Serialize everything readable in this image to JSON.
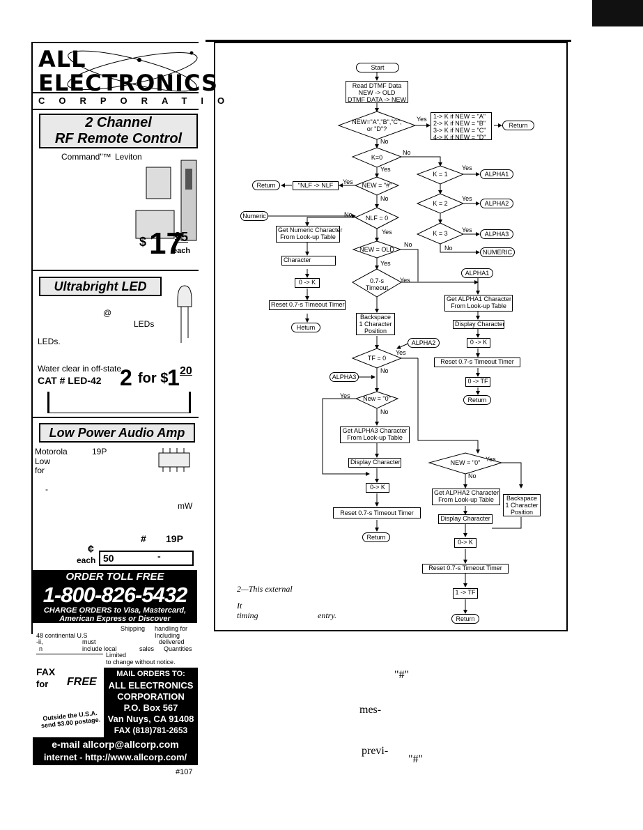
{
  "ad": {
    "logo_line1": "ALL",
    "logo_line2": "ELECTRONICS",
    "corp_line": "CORPORATIO",
    "rf_title_1": "2 Channel",
    "rf_title_2": "RF Remote Control",
    "rf_command": "Command\"™",
    "rf_leviton": "Leviton",
    "rf_price_dollar": "$",
    "rf_price_main": "17",
    "rf_price_cents": "95",
    "rf_price_unit": "each",
    "led_title": "Ultrabright LED",
    "led_at": "@",
    "led_leds": "LEDs",
    "led_leds2": "LEDs.",
    "led_water": "Water clear in off-state.",
    "led_cat": "CAT # LED-42",
    "led_price_qty": "2",
    "led_price_for": "for $",
    "led_price_main": "1",
    "led_price_cents": "20",
    "amp_title": "Low Power Audio Amp",
    "amp_motorola": "Motorola",
    "amp_19p": "19P",
    "amp_low": "Low",
    "amp_for": "for",
    "amp_dash": "-",
    "amp_mw": "mW",
    "amp_hash": "#",
    "amp_19p_b": "19P",
    "amp_cent": "¢",
    "amp_each": "each",
    "amp_50": "50",
    "amp_dot": "-",
    "order_toll": "ORDER TOLL FREE",
    "order_phone": "1-800-826-5432",
    "order_cards_1": "CHARGE ORDERS to Visa, Mastercard,",
    "order_cards_2": "American Express or Discover",
    "fine_shipping": "Shipping",
    "fine_handling": "handling for",
    "fine_continental": "48 continental U.S",
    "fine_including": "Including",
    "fine_i": "-ii,",
    "fine_must": "must",
    "fine_delivered": "delivered",
    "fine_n": "n",
    "fine_includelocal": "include local",
    "fine_sales": "sales",
    "fine_quantities": "Quantities",
    "fine_limited": "Limited",
    "fine_change": "to change without notice.",
    "fax": "FAX",
    "for": "for",
    "free": "FREE",
    "outside_1": "Outside the U.S.A.",
    "outside_2": "send $3.00 postage.",
    "mail_1": "MAIL ORDERS TO:",
    "mail_2": "ALL ELECTRONICS",
    "mail_3": "CORPORATION",
    "mail_4": "P.O. Box 567",
    "mail_5": "Van Nuys, CA 91408",
    "mail_6": "FAX (818)781-2653",
    "email": "e-mail   allcorp@allcorp.com",
    "internet": "internet - http://www.allcorp.com/",
    "reader_service": "#107"
  },
  "figure": {
    "caption_1": "2—This external",
    "caption_2": "It",
    "caption_3": "timing",
    "caption_4": "entry.",
    "nodes": {
      "start": "Start",
      "read_1": "Read DTMF Data",
      "read_2": "NEW -> OLD",
      "read_3": "DTMF DATA -> NEW",
      "dec_abcd_1": "NEW=\"A\",\"B\",\"C\",",
      "dec_abcd_2": "or \"D\"?",
      "set_k_1": "1-> K if NEW = \"A\"",
      "set_k_2": "2-> K if NEW = \"B\"",
      "set_k_3": "3-> K if NEW = \"C\"",
      "set_k_4": "4-> K if NEW = \"D\"",
      "return": "Return",
      "k0": "K=0",
      "k1": "K = 1",
      "k2": "K = 2",
      "k3": "K = 3",
      "alpha1": "ALPHA1",
      "alpha2": "ALPHA2",
      "alpha3": "ALPHA3",
      "numeric": "NUMERIC",
      "numeric_l": "Numeric",
      "new_hash": "NEW = \"#\"",
      "nlf_toggle": "\"NLF -> NLF",
      "nlf0": "NLF = 0",
      "get_num_1": "Get Numeric Character",
      "get_num_2": "From Look-up Table",
      "new_old": "NEW = OLD",
      "character": "Character",
      "timeout_1": "0.7-s",
      "timeout_2": "Timeout",
      "zero_k": "0 -> K",
      "reset_timer": "Reset 0.7-s Timeout Timer",
      "hetum": "Hetum",
      "backspace_1": "Backspace",
      "backspace_2": "1 Character",
      "backspace_3": "Position",
      "get_a1_1": "Get ALPHA1 Character",
      "get_a1_2": "From Look-up Table",
      "display_char": "Display Character",
      "zero_k_b": "0 -> K",
      "zero_tf": "0 -> TF",
      "tf0": "TF = 0",
      "new_zero": "New = \"0\"",
      "get_a3_1": "Get ALPHA3 Character",
      "get_a3_2": "From Look-up Table",
      "new_zero_b": "NEW = \"0\"",
      "get_a2_1": "Get ALPHA2 Character",
      "get_a2_2": "From Look-up Table",
      "zero_k_c": "0-> K",
      "zero_k_d": "0-> K",
      "one_tf": "1 -> TF",
      "yes": "Yes",
      "no": "No",
      "q": "?"
    }
  },
  "body_text": {
    "hash_1": "\"#\"",
    "mes": "mes-",
    "previ": "previ-",
    "hash_2": "\"#\""
  }
}
